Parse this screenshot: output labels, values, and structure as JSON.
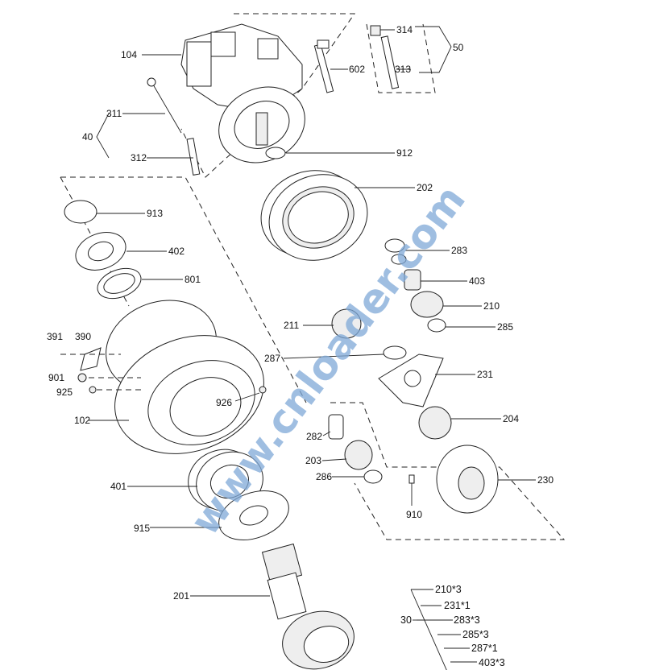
{
  "watermark": "www.cnloader.com",
  "labels": {
    "p104": "104",
    "p314": "314",
    "p313": "313",
    "g50": "50",
    "p602": "602",
    "p311": "311",
    "g40": "40",
    "p312": "312",
    "p912": "912",
    "p202": "202",
    "p913": "913",
    "p402": "402",
    "p801": "801",
    "p283": "283",
    "p403": "403",
    "p210": "210",
    "p211": "211",
    "p285": "285",
    "p391": "391",
    "p390": "390",
    "p287": "287",
    "p231": "231",
    "p901": "901",
    "p925": "925",
    "p102": "102",
    "p926": "926",
    "p204": "204",
    "p282": "282",
    "p203": "203",
    "p286": "286",
    "p230": "230",
    "p910": "910",
    "p401": "401",
    "p915": "915",
    "p201": "201"
  },
  "kit": {
    "group": "30",
    "items": [
      "210*3",
      "231*1",
      "283*3",
      "285*3",
      "287*1",
      "403*3"
    ]
  }
}
